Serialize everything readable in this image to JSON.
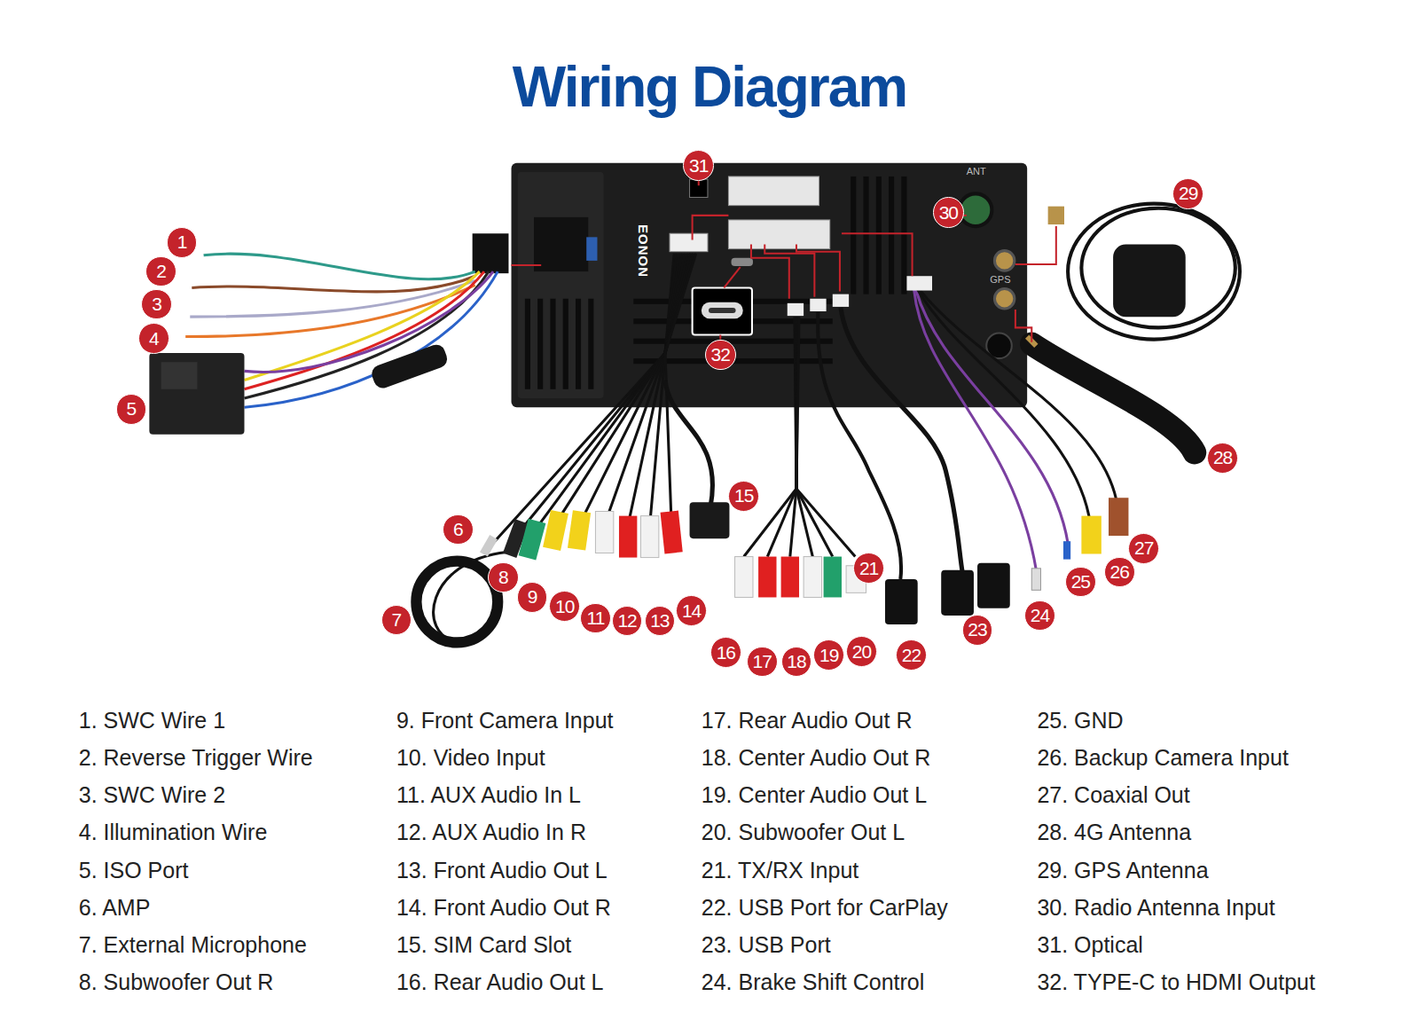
{
  "diagram": {
    "title": "Wiring Diagram",
    "nodes": [
      {
        "text": [
          "1"
        ]
      },
      {
        "text": [
          "2"
        ]
      },
      {
        "text": [
          "3"
        ]
      },
      {
        "text": [
          "4"
        ]
      },
      {
        "text": [
          "5"
        ]
      },
      {
        "text": [
          "6"
        ]
      },
      {
        "text": [
          "7"
        ]
      },
      {
        "text": [
          "8"
        ]
      },
      {
        "text": [
          "9"
        ]
      },
      {
        "text": [
          "10"
        ]
      },
      {
        "text": [
          "11"
        ]
      },
      {
        "text": [
          "12"
        ]
      },
      {
        "text": [
          "13"
        ]
      },
      {
        "text": [
          "14"
        ]
      },
      {
        "text": [
          "15"
        ]
      },
      {
        "text": [
          "16"
        ]
      },
      {
        "text": [
          "17"
        ]
      },
      {
        "text": [
          "18"
        ]
      },
      {
        "text": [
          "19"
        ]
      },
      {
        "text": [
          "20"
        ]
      },
      {
        "text": [
          "21"
        ]
      },
      {
        "text": [
          "22"
        ]
      },
      {
        "text": [
          "23"
        ]
      },
      {
        "text": [
          "24"
        ]
      },
      {
        "text": [
          "25"
        ]
      },
      {
        "text": [
          "26"
        ]
      },
      {
        "text": [
          "27"
        ]
      },
      {
        "text": [
          "28"
        ]
      },
      {
        "text": [
          "29"
        ]
      },
      {
        "text": [
          "30"
        ]
      },
      {
        "text": [
          "31"
        ]
      },
      {
        "text": [
          "32"
        ]
      }
    ],
    "labels": [
      "1. SWC Wire 1",
      "2. Reverse Trigger Wire",
      "3. SWC Wire 2",
      "4. Illumination Wire",
      "5. ISO Port",
      "6. AMP",
      "7. External Microphone",
      "8. Subwoofer Out R",
      "9. Front Camera Input",
      "10. Video Input",
      "11. AUX Audio In L",
      "12. AUX Audio In R",
      "13. Front Audio Out L",
      "14. Front Audio Out R",
      "15. SIM Card Slot",
      "16. Rear Audio Out L",
      "17. Rear Audio Out R",
      "18. Center Audio Out R",
      "19. Center Audio Out L",
      "20. Subwoofer Out L",
      "21. TX/RX Input",
      "22. USB Port for CarPlay",
      "23. USB Port",
      "24. Brake Shift Control",
      "25. GND",
      "26. Backup Camera Input",
      "27. Coaxial Out",
      "28. 4G Antenna",
      "29. GPS Antenna",
      "30. Radio Antenna Input",
      "31. Optical",
      "32. TYPE-C to HDMI Output",
      "EONON",
      "ANT",
      "GPS"
    ]
  }
}
